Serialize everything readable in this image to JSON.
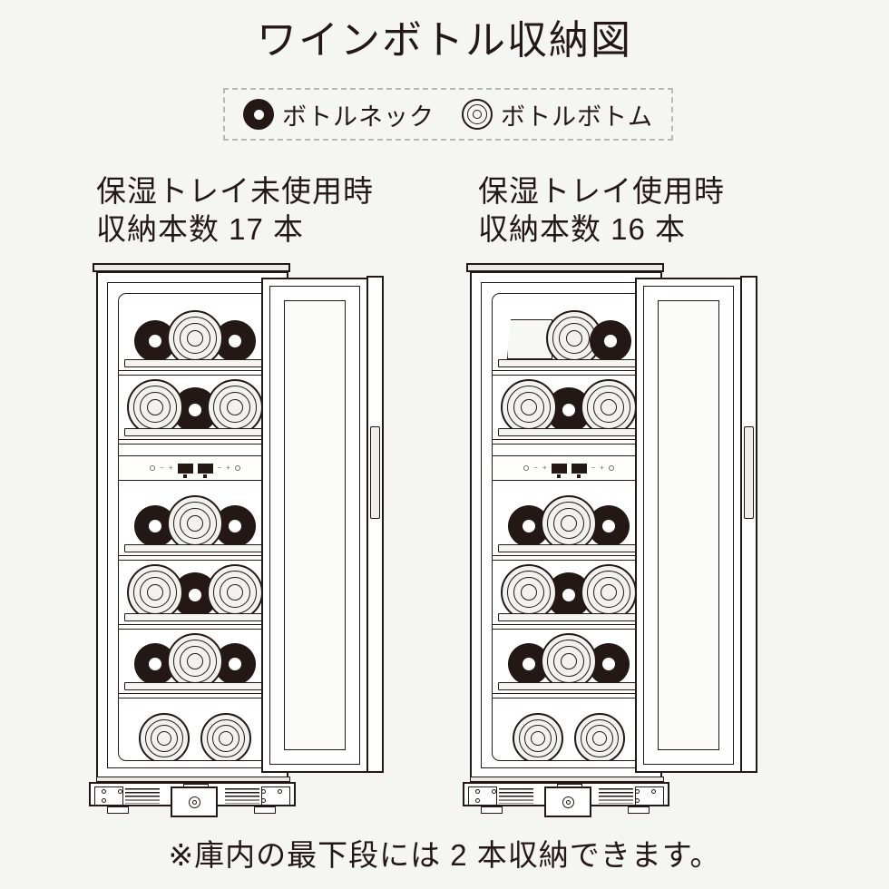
{
  "title": "ワインボトル収納図",
  "legend": {
    "items": [
      {
        "icon": "bottle-neck-icon",
        "label": "ボトルネック"
      },
      {
        "icon": "bottle-bottom-icon",
        "label": "ボトルボトム"
      }
    ]
  },
  "colors": {
    "background": "#f5f5f3",
    "ink": "#231815",
    "neck_fill": "#231815",
    "bottom_fill": "#f2f2ef",
    "legend_border": "#b8b8b6"
  },
  "cabinets": [
    {
      "id": "no-humidity-tray",
      "heading": "保湿トレイ未使用時\n収納本数 17 本",
      "condition": "保湿トレイ未使用時",
      "capacity_label": "収納本数 17 本",
      "capacity": 17,
      "has_tray": false,
      "rows": [
        {
          "type": "rack",
          "bottles": [
            "neck",
            "bottom",
            "neck"
          ]
        },
        {
          "type": "rack",
          "bottles": [
            "bottom",
            "neck",
            "bottom"
          ]
        },
        {
          "type": "panel"
        },
        {
          "type": "rack",
          "bottles": [
            "neck",
            "bottom",
            "neck"
          ]
        },
        {
          "type": "rack",
          "bottles": [
            "bottom",
            "neck",
            "bottom"
          ]
        },
        {
          "type": "rack",
          "bottles": [
            "neck",
            "bottom",
            "neck"
          ]
        },
        {
          "type": "floor",
          "bottles": [
            "bottom",
            "bottom"
          ]
        }
      ]
    },
    {
      "id": "with-humidity-tray",
      "heading": "保湿トレイ使用時\n収納本数 16 本",
      "condition": "保湿トレイ使用時",
      "capacity_label": "収納本数 16 本",
      "capacity": 16,
      "has_tray": true,
      "rows": [
        {
          "type": "rack",
          "tray": true,
          "bottles": [
            "bottom",
            "neck"
          ]
        },
        {
          "type": "rack",
          "bottles": [
            "bottom",
            "neck",
            "bottom"
          ]
        },
        {
          "type": "panel"
        },
        {
          "type": "rack",
          "bottles": [
            "neck",
            "bottom",
            "neck"
          ]
        },
        {
          "type": "rack",
          "bottles": [
            "bottom",
            "neck",
            "bottom"
          ]
        },
        {
          "type": "rack",
          "bottles": [
            "neck",
            "bottom",
            "neck"
          ]
        },
        {
          "type": "floor",
          "bottles": [
            "bottom",
            "bottom"
          ]
        }
      ]
    }
  ],
  "control_panel": {
    "symbols": [
      "power-icon",
      "minus",
      "plus",
      "led",
      "led",
      "minus",
      "plus",
      "light-icon"
    ]
  },
  "footnote": "※庫内の最下段には 2 本収納できます。"
}
